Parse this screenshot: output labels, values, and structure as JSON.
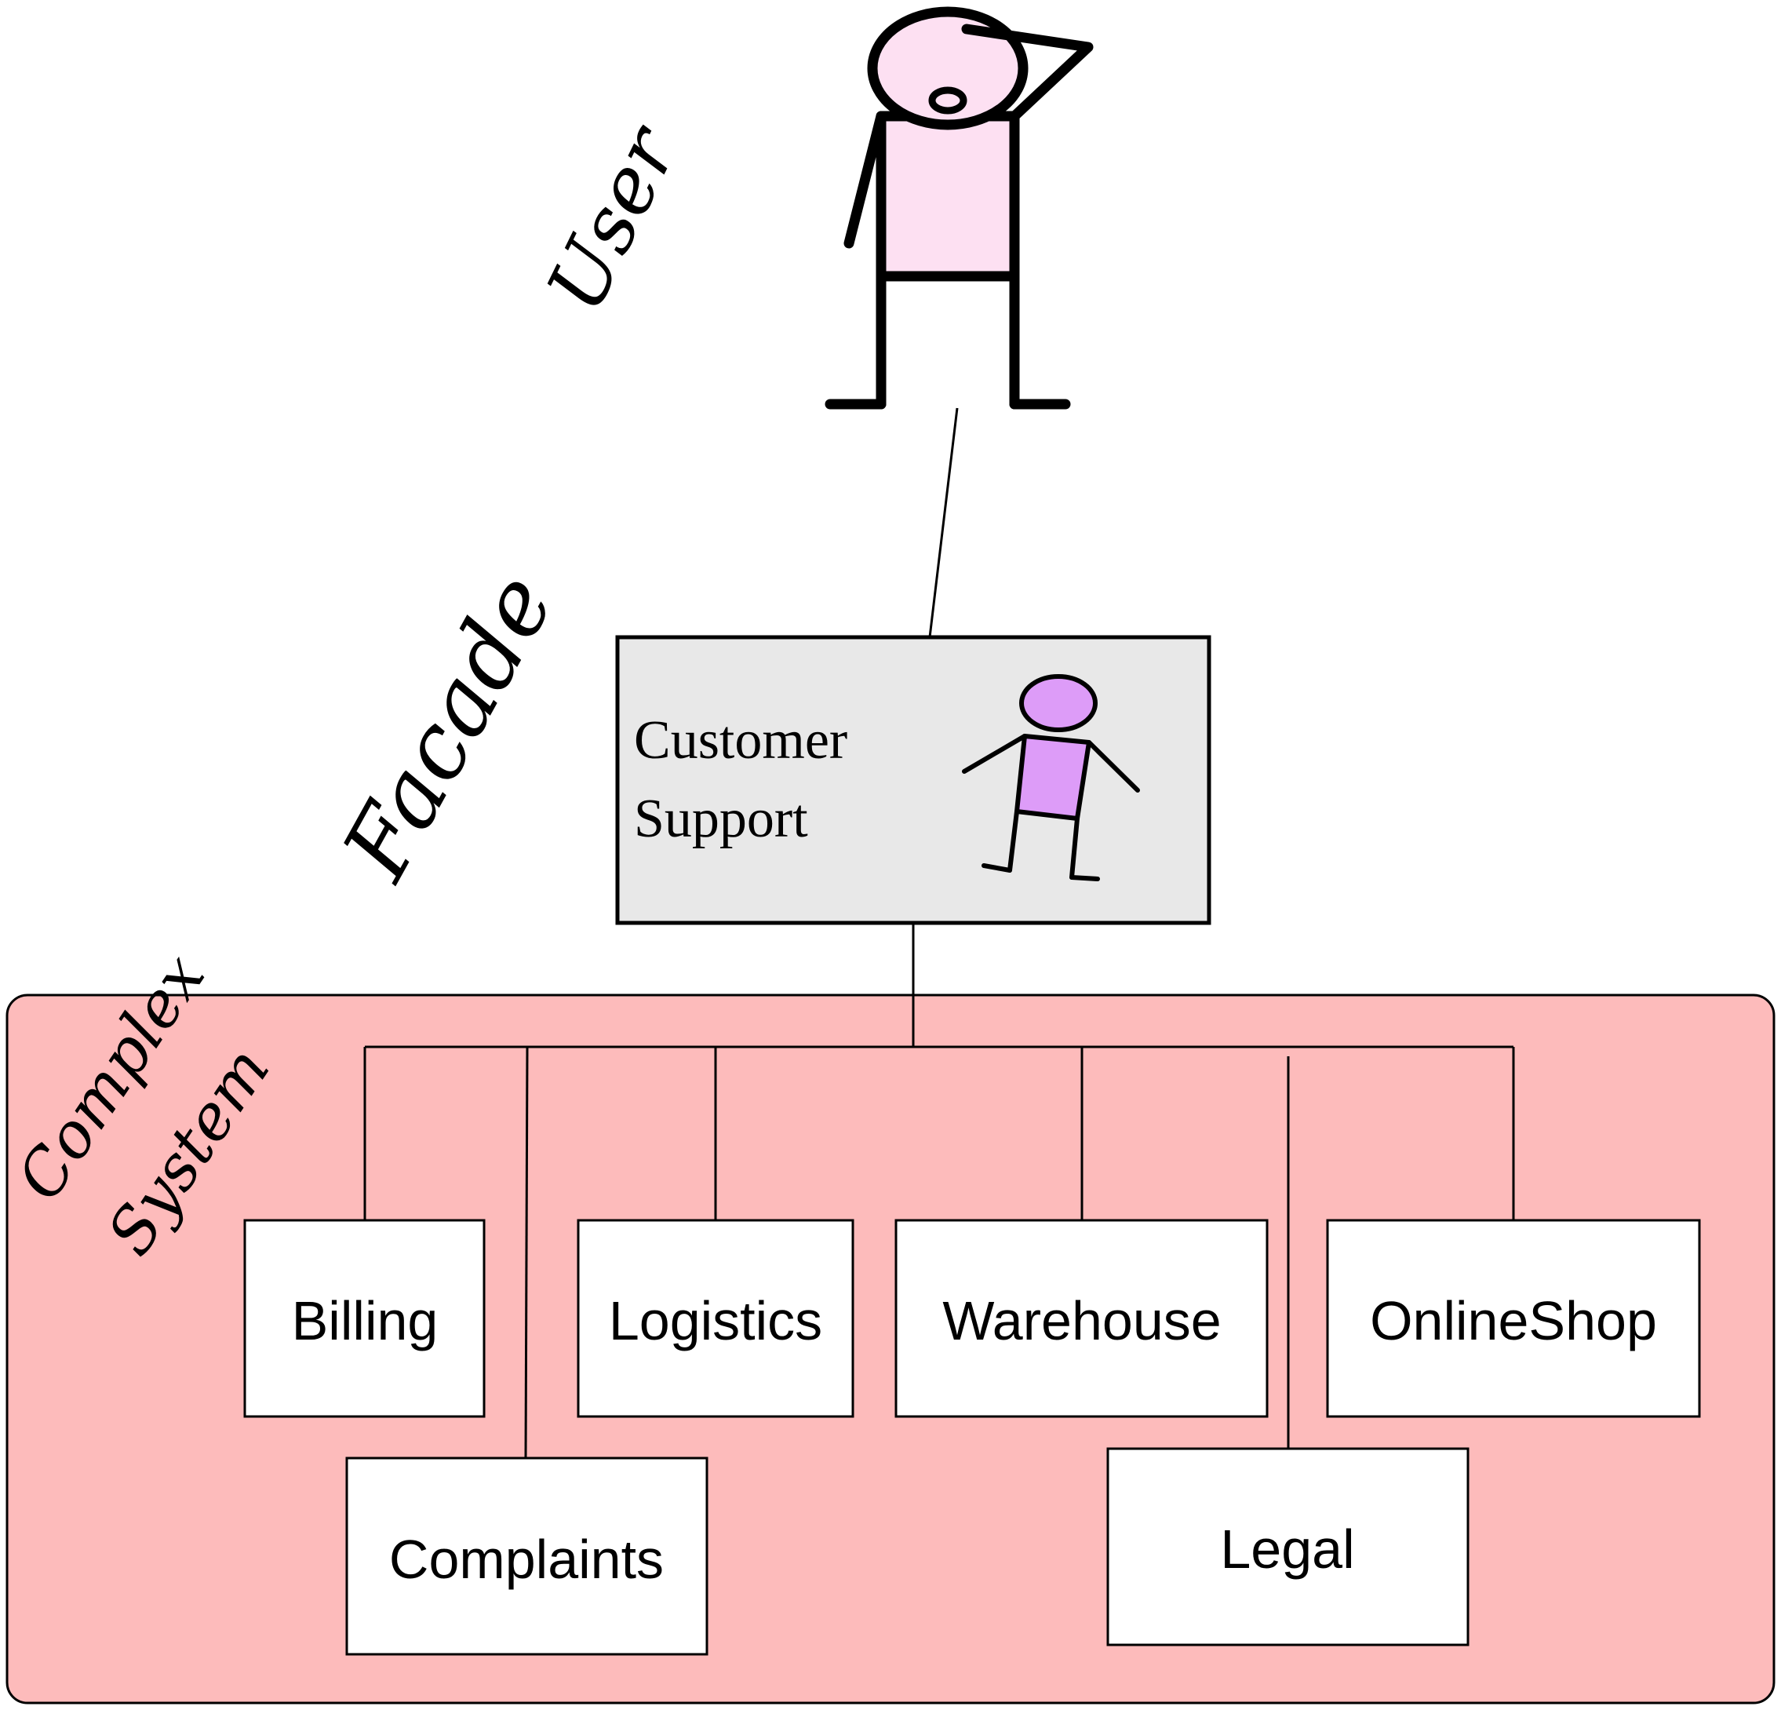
{
  "labels": {
    "user": "User",
    "facade": "Facade",
    "complex_line1": "Complex",
    "complex_line2": "System"
  },
  "facade_box": {
    "line1": "Customer",
    "line2": "Support"
  },
  "subsystems": {
    "billing": "Billing",
    "complaints": "Complaints",
    "logistics": "Logistics",
    "warehouse": "Warehouse",
    "legal": "Legal",
    "online_shop": "OnlineShop"
  },
  "colors": {
    "user_figure_fill": "#fde0f2",
    "support_figure_fill": "#dd9cf8",
    "facade_box_fill": "#e8e8e8",
    "complex_system_fill": "#fdbbbb",
    "subsystem_box_fill": "#ffffff",
    "stroke": "#000000"
  },
  "icons": {
    "user": "stick-figure-scratching-head-icon",
    "customer_support": "stick-figure-icon"
  }
}
